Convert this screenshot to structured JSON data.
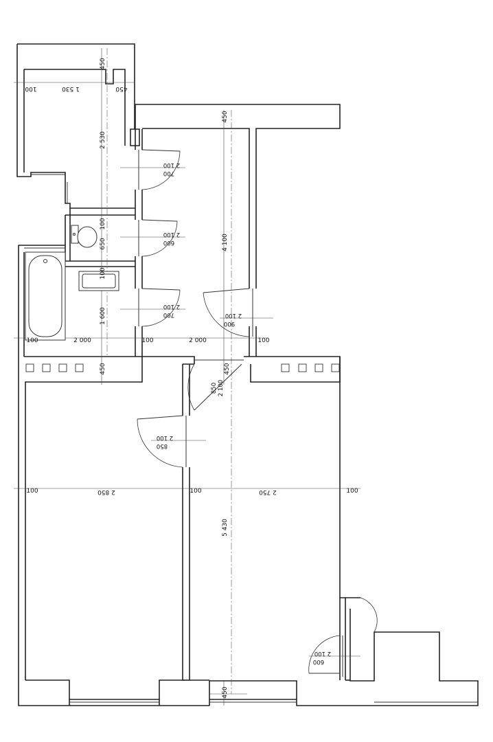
{
  "dimensions": {
    "d_450_top": "450",
    "d_100_a": "100",
    "d_1530": "1 530",
    "d_450_b": "450",
    "d_2530": "2 530",
    "d_450_c": "450",
    "d_100_wc": "100",
    "d_4100": "4 100",
    "d_1600": "1 600",
    "d_100_bath": "100",
    "d_100_b": "100",
    "d_2000_a": "2 000",
    "d_100_c": "100",
    "d_2000_b": "2 000",
    "d_100_d": "100",
    "d_450_d": "450",
    "d_450_e": "450",
    "d_100_e": "100",
    "d_2850": "2 850",
    "d_100_f": "100",
    "d_2750": "2 750",
    "d_100_g": "100",
    "d_5430": "5 430",
    "d_450_f": "450"
  },
  "doors": {
    "door_1": {
      "w": "700",
      "h": "2 100"
    },
    "door_2": {
      "w": "600",
      "h": "2 100"
    },
    "door_3": {
      "w": "700",
      "h": "2 100"
    },
    "door_4": {
      "w": "900",
      "h": "2 100"
    },
    "door_5": {
      "w": "850",
      "h": "2 100"
    },
    "door_6": {
      "w": "850",
      "h": "2 100"
    },
    "door_7": {
      "w": "600",
      "h": "2 100"
    }
  },
  "fixtures": {
    "wc_label": "650"
  }
}
